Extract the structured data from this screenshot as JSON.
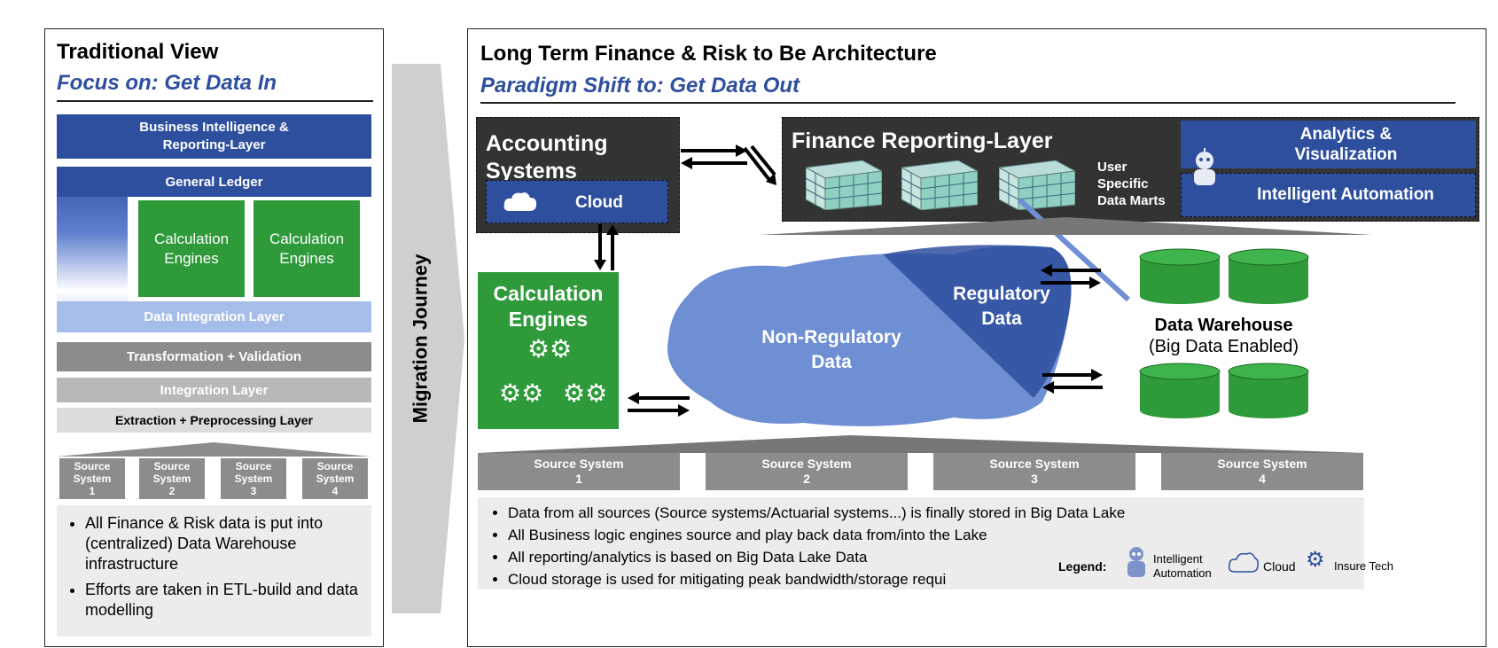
{
  "left": {
    "title": "Traditional View",
    "subtitle": "Focus on: Get Data In",
    "bi_layer": "Business Intelligence & Reporting-Layer",
    "general_ledger": "General Ledger",
    "calc_engines_1": "Calculation Engines",
    "calc_engines_2": "Calculation Engines",
    "data_integration": "Data Integration Layer",
    "transformation": "Transformation + Validation",
    "integration": "Integration Layer",
    "extraction": "Extraction + Preprocessing Layer",
    "sources": [
      {
        "line1": "Source",
        "line2": "System",
        "num": "1"
      },
      {
        "line1": "Source",
        "line2": "System",
        "num": "2"
      },
      {
        "line1": "Source",
        "line2": "System",
        "num": "3"
      },
      {
        "line1": "Source",
        "line2": "System",
        "num": "4"
      }
    ],
    "bullets": [
      "All Finance & Risk data is put into (centralized) Data Warehouse infrastructure",
      "Efforts are taken in ETL-build and data modelling"
    ]
  },
  "middle": {
    "label": "Migration Journey"
  },
  "right": {
    "title": "Long Term Finance & Risk to Be Architecture",
    "subtitle": "Paradigm Shift to: Get Data Out",
    "accounting": "Accounting Systems",
    "cloud": "Cloud",
    "finance_reporting": "Finance Reporting-Layer",
    "user_marts": "User Specific Data Marts",
    "analytics": "Analytics & Visualization",
    "automation": "Intelligent Automation",
    "calc_engines": "Calculation Engines",
    "non_regulatory": "Non-Regulatory Data",
    "regulatory": "Regulatory Data",
    "dw_title": "Data Warehouse",
    "dw_sub": "(Big Data Enabled)",
    "sources": [
      {
        "label": "Source System",
        "num": "1"
      },
      {
        "label": "Source System",
        "num": "2"
      },
      {
        "label": "Source System",
        "num": "3"
      },
      {
        "label": "Source System",
        "num": "4"
      }
    ],
    "bullets": [
      "Data from all sources (Source systems/Actuarial systems...) is finally stored in Big Data Lake",
      "All Business logic engines source and play back data from/into the Lake",
      "All reporting/analytics is based on Big Data Lake Data",
      "Cloud storage is used for mitigating peak bandwidth/storage requi"
    ],
    "legend": {
      "label": "Legend:",
      "automation": "Intelligent Automation",
      "cloud": "Cloud",
      "insure_tech": "Insure Tech"
    }
  },
  "colors": {
    "brand_blue": "#2e4f9e",
    "green": "#2e9a3a",
    "grey": "#8c8c8c",
    "lake_blue": "#6f8fd4"
  }
}
